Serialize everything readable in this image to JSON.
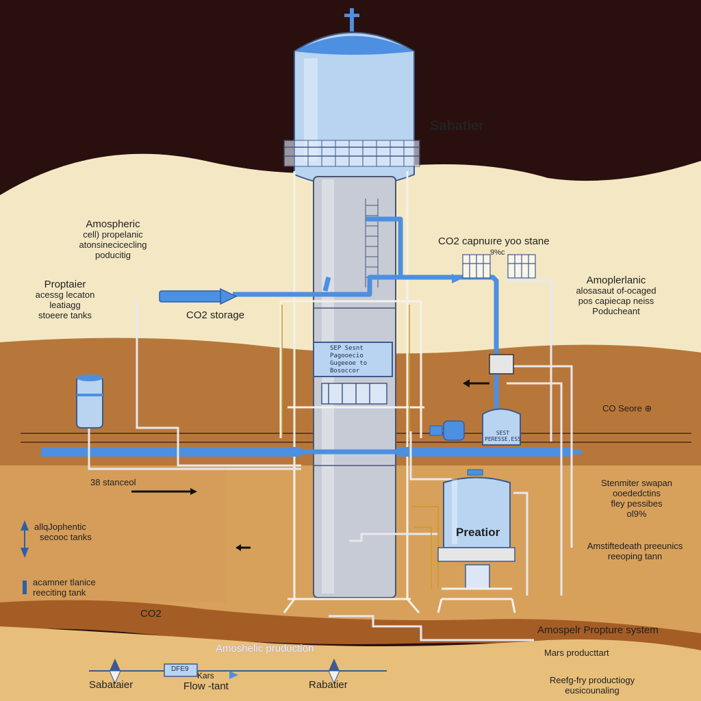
{
  "colors": {
    "sky": "#2a0f0f",
    "sand_light": "#f4e8c4",
    "soil_mid": "#b8773a",
    "soil_dark": "#a55d26",
    "ground_layer": "#d7a15c",
    "bottom_sand": "#e7bf7b",
    "pipe_blue": "#4d8fe0",
    "tank_blue": "#b9d4f0",
    "steel": "#c6cbd6",
    "frame": "#f3f1ea"
  },
  "labels": {
    "tower_title": "Sabatier",
    "top_left": [
      "Amospheric",
      "cell) propelanic",
      "atonsinecicecling",
      "poducitig"
    ],
    "left_mid": [
      "Proptaier",
      "acessg lecaton",
      "leatiagg",
      "stoeere tanks"
    ],
    "co2_storage": "CO2 storage",
    "right_top": "CO2  capnuıre yoo stane",
    "right_top_small": "9%c",
    "right_mid": [
      "Amoplerlanic",
      "alosasaut of-ocaged",
      "pos capiecap neiss",
      "Poducheant"
    ],
    "co_score": "CO Seore ⊕",
    "distance": "38 stanceol",
    "right_lower": [
      "Stenmiter swapan",
      "ooededctins",
      "fley pessibes",
      "ol9%"
    ],
    "right_lower2": [
      "Amstiftedeath preeunics",
      "reeoping tann"
    ],
    "preator": "Preatior",
    "left_lower": [
      "allqJophentic",
      "secooc tanks"
    ],
    "left_bottom": [
      "acamner tlanice",
      "reeciting tank"
    ],
    "co2_bottom": "CO2",
    "propture": "Amospelr Propture system",
    "atmos_prod": "Amoshelic pruduction",
    "mars_prod": "Mars producttart",
    "bottom_right": [
      "Reefg-fry productiogy",
      "eusicounaling"
    ],
    "legend_left": "Sabataier",
    "legend_mid": "Flow -tant",
    "legend_mid_top": "Kars",
    "legend_right": "Rabatier",
    "legend_box": "DFE9",
    "panel_lines": [
      "SEP Sesnt",
      "Pagooecio",
      "Gugeeoe to",
      "Bosoccor"
    ],
    "small_tank_label": [
      "SEST",
      "PERESSE.ESS"
    ]
  },
  "icons": [
    "plus-icon",
    "arrow-left-icon",
    "arrow-up-icon",
    "arrow-right-icon",
    "triangle-marker-icon"
  ]
}
